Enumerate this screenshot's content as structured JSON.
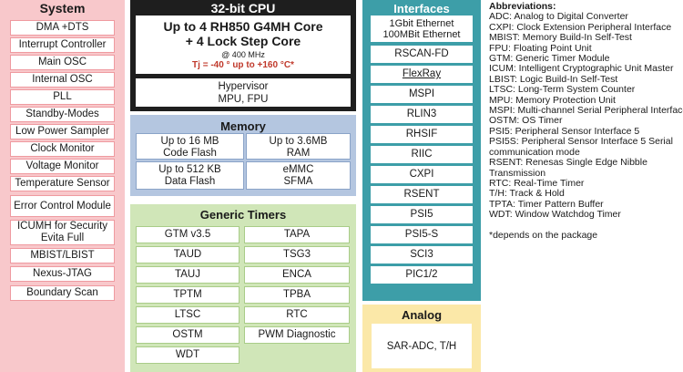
{
  "system": {
    "title": "System",
    "items": [
      "DMA +DTS",
      "Interrupt Controller",
      "Main OSC",
      "Internal OSC",
      "PLL",
      "Standby-Modes",
      "Low Power Sampler",
      "Clock Monitor",
      "Voltage Monitor",
      "Temperature Sensor",
      "Error Control Module",
      "ICUMH for Security",
      "Evita Full",
      "MBIST/LBIST",
      "Nexus-JTAG",
      "Boundary Scan"
    ]
  },
  "cpu": {
    "title": "32-bit CPU",
    "line1": "Up to 4 RH850 G4MH Core",
    "line2": "+ 4 Lock Step Core",
    "freq": "@ 400 MHz",
    "temp": "Tj = -40 ° up to +160 °C*",
    "hypervisor": "Hypervisor",
    "mpu_fpu": "MPU, FPU"
  },
  "memory": {
    "title": "Memory",
    "code_flash_size": "Up to 16 MB",
    "code_flash_label": "Code Flash",
    "ram_size": "Up to 3.6MB",
    "ram_label": "RAM",
    "data_flash_size": "Up to 512 KB",
    "data_flash_label": "Data Flash",
    "emmc": "eMMC",
    "sfma": "SFMA"
  },
  "timers": {
    "title": "Generic Timers",
    "left": [
      "GTM v3.5",
      "TAUD",
      "TAUJ",
      "TPTM",
      "LTSC",
      "OSTM",
      "WDT"
    ],
    "right": [
      "TAPA",
      "TSG3",
      "ENCA",
      "TPBA",
      "RTC",
      "PWM Diagnostic"
    ]
  },
  "interfaces": {
    "title": "Interfaces",
    "eth1": "1Gbit Ethernet",
    "eth2": "100MBit Ethernet",
    "items": [
      "RSCAN-FD",
      "FlexRay",
      "MSPI",
      "RLIN3",
      "RHSIF",
      "RIIC",
      "CXPI",
      "RSENT",
      "PSI5",
      "PSI5-S",
      "SCI3",
      "PIC1/2"
    ]
  },
  "analog": {
    "title": "Analog",
    "item": "SAR-ADC, T/H"
  },
  "abbreviations": {
    "title": "Abbreviations:",
    "lines": [
      "ADC: Analog to Digital Converter",
      "CXPI: Clock Extension Peripheral Interface",
      "MBIST: Memory Build-In Self-Test",
      "FPU: Floating Point Unit",
      "GTM: Generic Timer Module",
      "ICUM: Intelligent Cryptographic Unit Master",
      "LBIST: Logic Build-In Self-Test",
      "LTSC: Long-Term System Counter",
      "MPU: Memory Protection Unit",
      "MSPI: Multi-channel Serial Peripheral Interface",
      "OSTM: OS Timer",
      "PSI5: Peripheral Sensor Interface 5",
      "PSI5S: Peripheral Sensor Interface 5 Serial",
      "communication mode",
      "RSENT: Renesas Single Edge Nibble",
      "Transmission",
      "RTC: Real-Time Timer",
      "T/H: Track & Hold",
      "TPTA: Timer Pattern Buffer",
      "WDT: Window Watchdog Timer"
    ],
    "footnote": "*depends on the package"
  }
}
